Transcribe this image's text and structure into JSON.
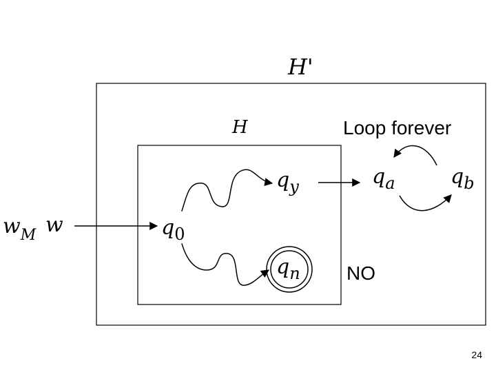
{
  "labels": {
    "outer_machine": "H'",
    "inner_machine": "H",
    "loop_text": "Loop forever",
    "no_text": "NO",
    "input_wm": "w",
    "input_wm_sub": "M",
    "input_w": "w",
    "page_number": "24"
  },
  "states": {
    "q0": {
      "base": "q",
      "sub": "0"
    },
    "qy": {
      "base": "q",
      "sub": "y"
    },
    "qn": {
      "base": "q",
      "sub": "n"
    },
    "qa": {
      "base": "q",
      "sub": "a"
    },
    "qb": {
      "base": "q",
      "sub": "b"
    }
  }
}
